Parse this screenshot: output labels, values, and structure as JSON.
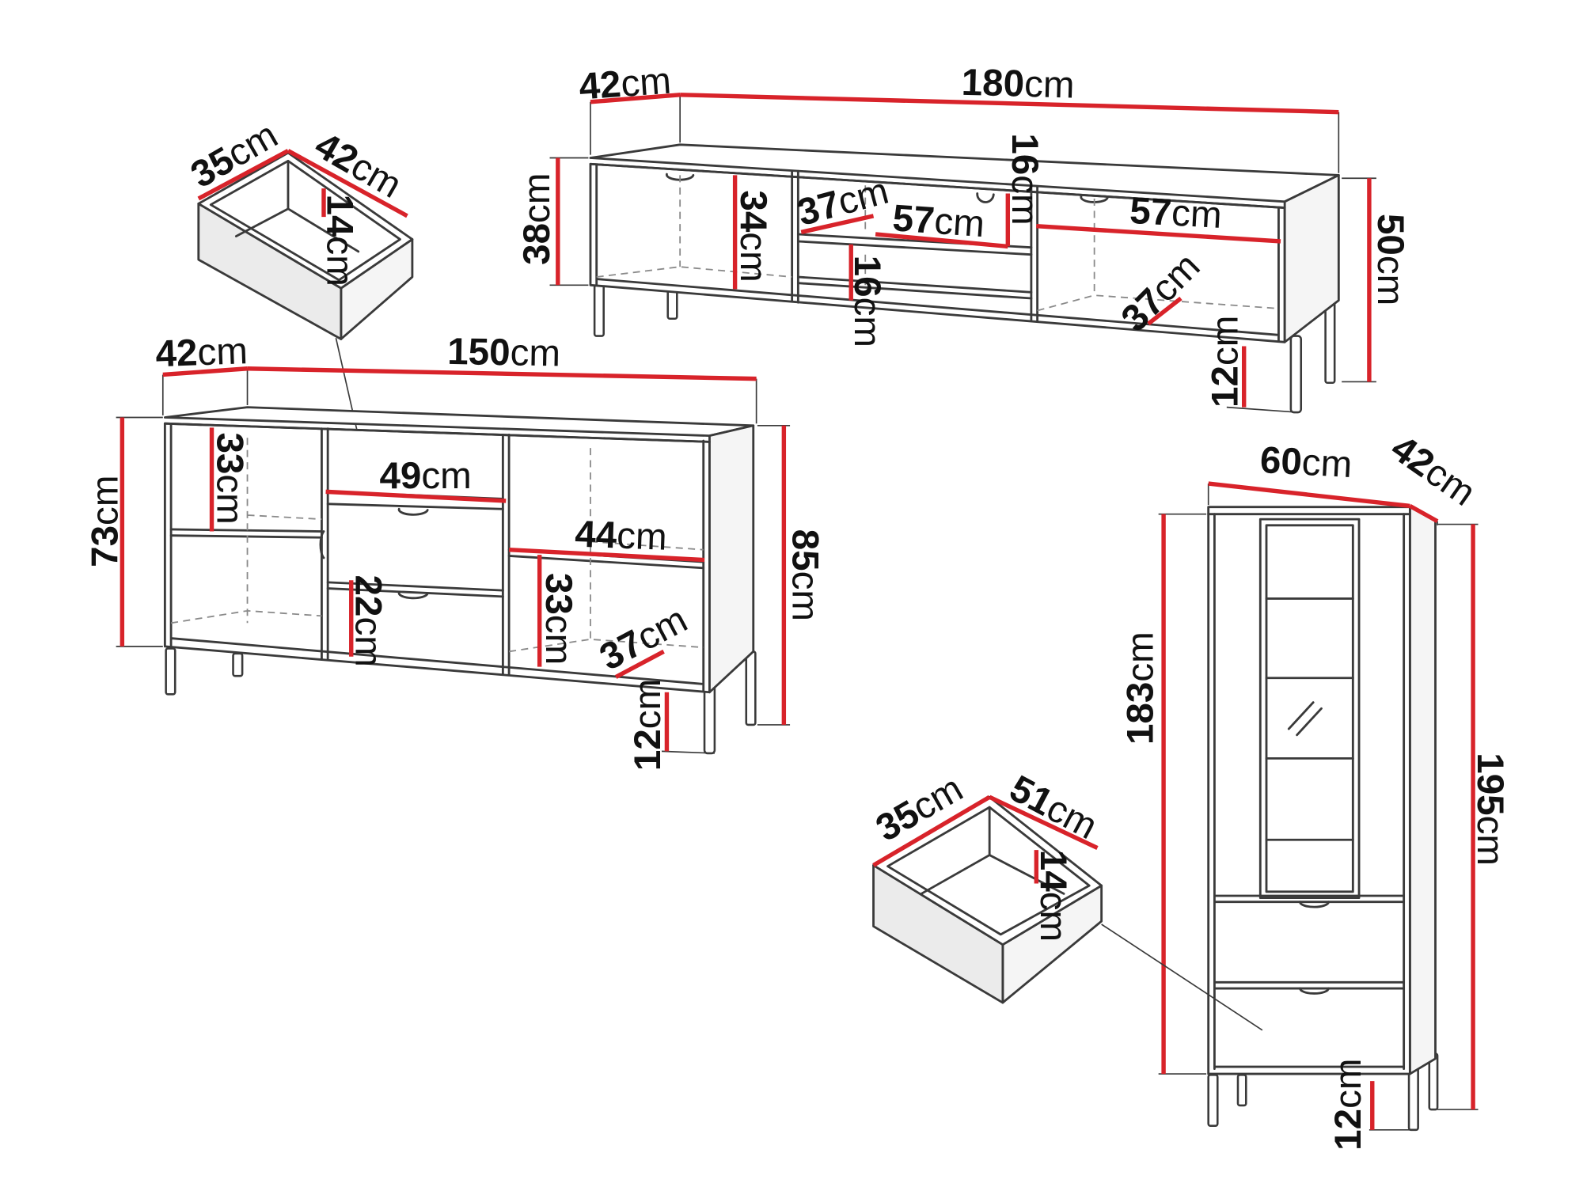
{
  "colors": {
    "dimension_line": "#d8232a",
    "outline": "#3a3a3a",
    "dashed": "#8a8a8a",
    "background": "#ffffff"
  },
  "tv_stand": {
    "depth": {
      "value": "42",
      "unit": "cm"
    },
    "width": {
      "value": "180",
      "unit": "cm"
    },
    "body_height": {
      "value": "38",
      "unit": "cm"
    },
    "total_height": {
      "value": "50",
      "unit": "cm"
    },
    "left_compartment_height": {
      "value": "34",
      "unit": "cm"
    },
    "middle_depth": {
      "value": "37",
      "unit": "cm"
    },
    "middle_width": {
      "value": "57",
      "unit": "cm"
    },
    "middle_upper_height": {
      "value": "16",
      "unit": "cm"
    },
    "middle_lower_height": {
      "value": "16",
      "unit": "cm"
    },
    "right_width": {
      "value": "57",
      "unit": "cm"
    },
    "right_depth": {
      "value": "37",
      "unit": "cm"
    },
    "leg_height": {
      "value": "12",
      "unit": "cm"
    }
  },
  "small_drawer": {
    "depth": {
      "value": "35",
      "unit": "cm"
    },
    "width": {
      "value": "42",
      "unit": "cm"
    },
    "height": {
      "value": "14",
      "unit": "cm"
    }
  },
  "sideboard": {
    "depth": {
      "value": "42",
      "unit": "cm"
    },
    "width": {
      "value": "150",
      "unit": "cm"
    },
    "body_height": {
      "value": "73",
      "unit": "cm"
    },
    "total_height": {
      "value": "85",
      "unit": "cm"
    },
    "left_compartment_height": {
      "value": "33",
      "unit": "cm"
    },
    "drawer_width": {
      "value": "49",
      "unit": "cm"
    },
    "right_compartment_width": {
      "value": "44",
      "unit": "cm"
    },
    "drawer_height": {
      "value": "22",
      "unit": "cm"
    },
    "right_compartment_height": {
      "value": "33",
      "unit": "cm"
    },
    "inner_depth": {
      "value": "37",
      "unit": "cm"
    },
    "leg_height": {
      "value": "12",
      "unit": "cm"
    }
  },
  "display_cabinet": {
    "width": {
      "value": "60",
      "unit": "cm"
    },
    "depth": {
      "value": "42",
      "unit": "cm"
    },
    "body_height": {
      "value": "183",
      "unit": "cm"
    },
    "total_height": {
      "value": "195",
      "unit": "cm"
    },
    "leg_height": {
      "value": "12",
      "unit": "cm"
    }
  },
  "large_drawer": {
    "depth": {
      "value": "35",
      "unit": "cm"
    },
    "width": {
      "value": "51",
      "unit": "cm"
    },
    "height": {
      "value": "14",
      "unit": "cm"
    }
  }
}
